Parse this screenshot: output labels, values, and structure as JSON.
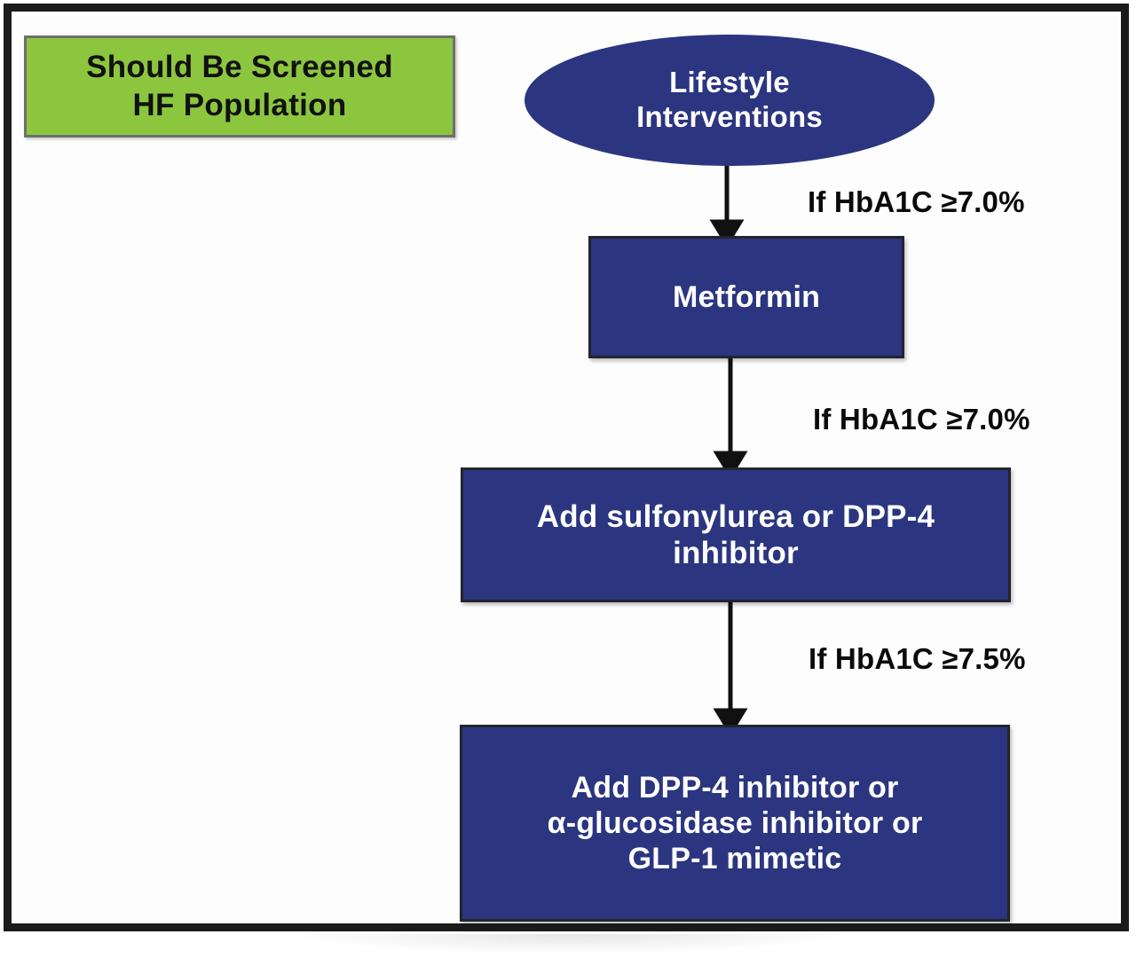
{
  "figure": {
    "type": "clinical-treatment-algorithm-flowchart",
    "colors": {
      "node_fill_blue": "#2b3580",
      "node_text": "#ffffff",
      "legend_fill_green": "#8cc63f",
      "legend_border": "#6e6e6e",
      "legend_text": "#111111",
      "frame_border": "#1b1b1b",
      "canvas_background": "#fdfdfd",
      "arrow": "#111111"
    },
    "legend": {
      "line1": "Should Be Screened",
      "line2": "HF Population",
      "text": "Should Be Screened HF Population"
    },
    "nodes": [
      {
        "id": "lifestyle",
        "shape": "ellipse",
        "line1": "Lifestyle",
        "line2": "Interventions",
        "text": "Lifestyle Interventions"
      },
      {
        "id": "metformin",
        "shape": "rectangle",
        "line1": "Metformin",
        "text": "Metformin"
      },
      {
        "id": "sulfonylurea",
        "shape": "rectangle",
        "line1": "Add sulfonylurea or DPP-4",
        "line2": "inhibitor",
        "text": "Add sulfonylurea or DPP-4 inhibitor"
      },
      {
        "id": "thirdline",
        "shape": "rectangle",
        "line1": "Add DPP-4 inhibitor or",
        "line2": "α-glucosidase inhibitor or",
        "line3": "GLP-1 mimetic",
        "text": "Add DPP-4 inhibitor or α-glucosidase inhibitor or GLP-1 mimetic"
      }
    ],
    "edges": [
      {
        "id": "edge-1",
        "from": "lifestyle",
        "to": "metformin",
        "label": "If HbA1C ≥7.0%",
        "threshold": "7.0%"
      },
      {
        "id": "edge-2",
        "from": "metformin",
        "to": "sulfonylurea",
        "label": "If HbA1C ≥7.0%",
        "threshold": "7.0%"
      },
      {
        "id": "edge-3",
        "from": "sulfonylurea",
        "to": "thirdline",
        "label": "If HbA1C ≥7.5%",
        "threshold": "7.5%"
      }
    ]
  }
}
